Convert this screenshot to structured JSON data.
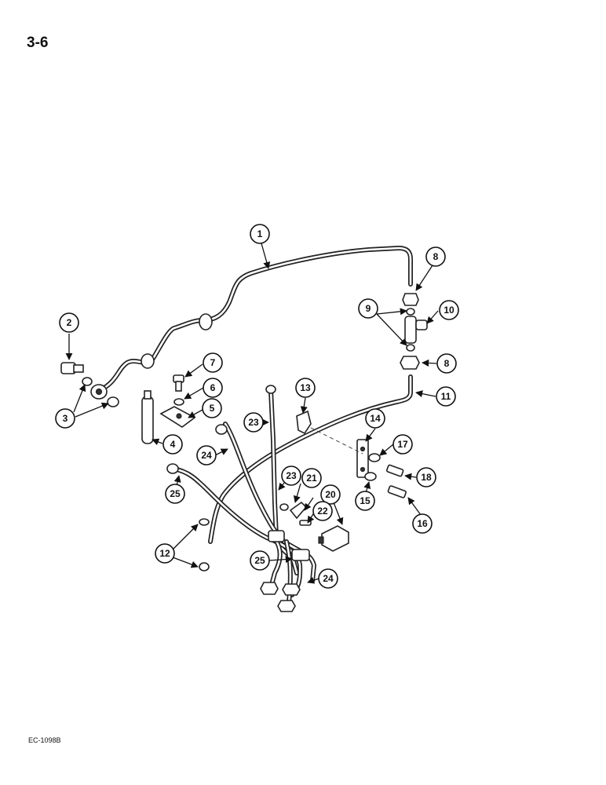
{
  "page": {
    "number": "3-6",
    "figure_code": "EC-1098B"
  },
  "callouts": {
    "c1": "1",
    "c2": "2",
    "c3": "3",
    "c4": "4",
    "c5": "5",
    "c6": "6",
    "c7": "7",
    "c8a": "8",
    "c8b": "8",
    "c9": "9",
    "c10": "10",
    "c11": "11",
    "c12": "12",
    "c13": "13",
    "c14": "14",
    "c15": "15",
    "c16": "16",
    "c17": "17",
    "c18": "18",
    "c20": "20",
    "c21": "21",
    "c22": "22",
    "c23a": "23",
    "c23b": "23",
    "c24a": "24",
    "c24b": "24",
    "c25a": "25",
    "c25b": "25"
  }
}
